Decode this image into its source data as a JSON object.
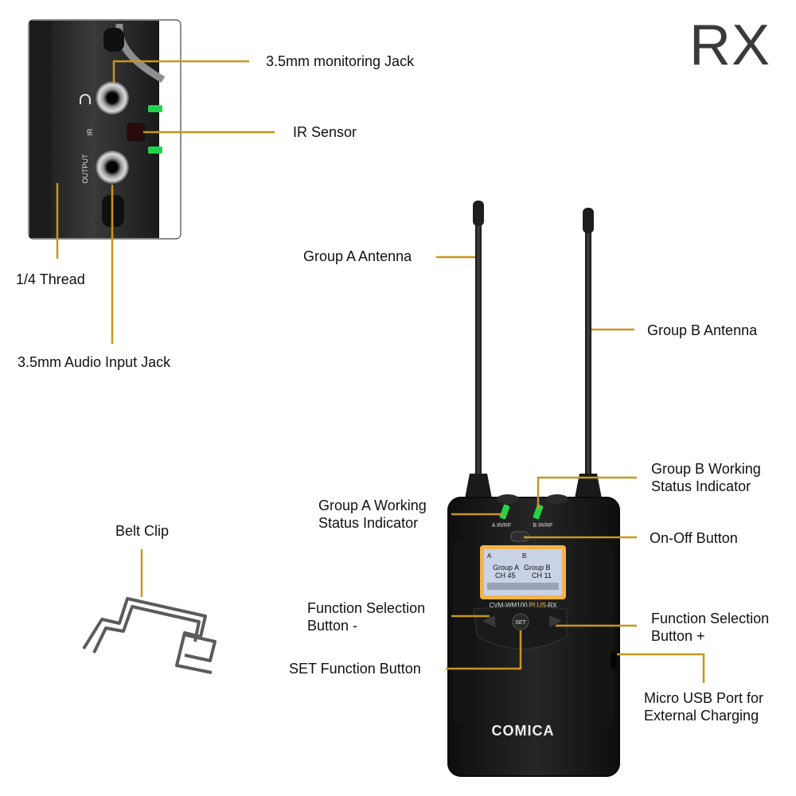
{
  "title": "RX",
  "colors": {
    "leader": "#c8961f",
    "device": "#1b1b1b",
    "lcd": "#f4b34a",
    "led": "#22d34a"
  },
  "labels": {
    "monitoring_jack": "3.5mm monitoring Jack",
    "ir_sensor": "IR Sensor",
    "thread": "1/4 Thread",
    "audio_input_jack": "3.5mm Audio Input Jack",
    "group_a_antenna": "Group A Antenna",
    "group_b_antenna": "Group B Antenna",
    "group_b_status": [
      "Group B Working",
      "Status Indicator"
    ],
    "group_a_status": [
      "Group A Working",
      "Status Indicator"
    ],
    "on_off": "On-Off Button",
    "belt_clip": "Belt Clip",
    "func_minus": [
      "Function Selection",
      "Button -"
    ],
    "func_plus": [
      "Function Selection",
      "Button +"
    ],
    "set_button": "SET Function Button",
    "micro_usb": [
      "Micro USB Port for",
      "External Charging"
    ]
  },
  "device": {
    "brand": "COMICA",
    "model": "CVM-WM100",
    "model_suffix": "-RX",
    "model_badge": "PLUS",
    "ch_a": "A IR/RF",
    "ch_b": "B IR/RF",
    "set_key": "SET",
    "port_output": "OUTPUT",
    "port_ir": "IR",
    "lcd": {
      "group_a": "Group  A",
      "ch_a": "CH 45",
      "group_b": "Group  B",
      "ch_b": "CH 11",
      "tag_a": "A",
      "tag_b": "B"
    }
  }
}
